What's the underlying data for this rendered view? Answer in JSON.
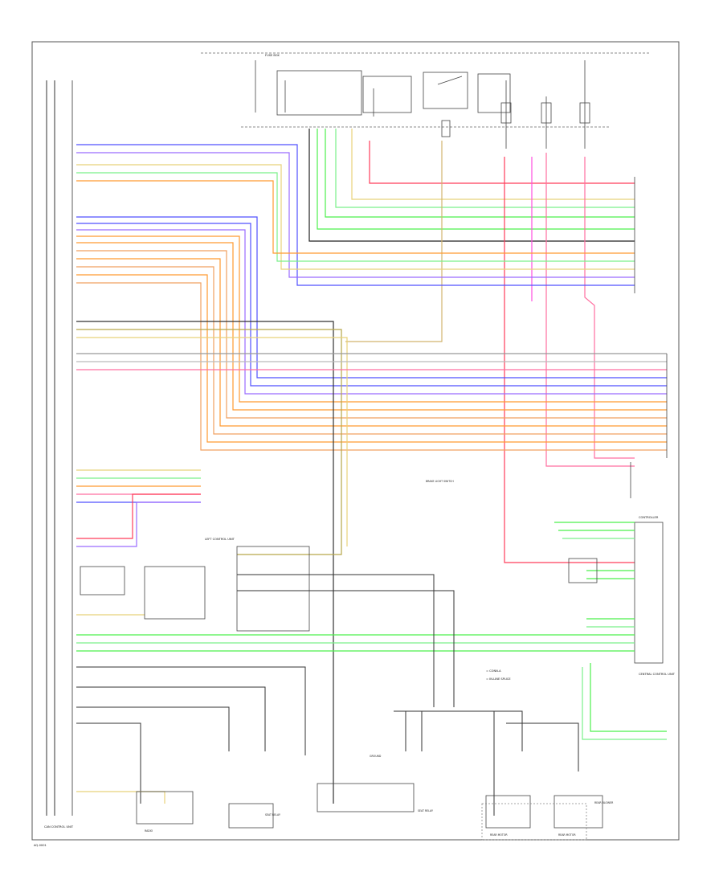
{
  "legend": {
    "item1": "= CONN-A",
    "item2": "= IN-LINE SPLICE"
  },
  "footer": {
    "code": "AQ-0001"
  },
  "components": {
    "central_unit": "CAN CONTROL UNIT",
    "left_unit": "LEFT CONTROL UNIT",
    "controller": "CONTROLLER",
    "right_unit": "CENTRAL CONTROL UNIT",
    "bottom_right": "REAR BLOWER",
    "center_switch": "BRAKE LIGHT SWITCH",
    "audio": "RADIO",
    "seat_left": "SEAT RELAY",
    "seat_right": "SEAT RELAY",
    "rear_motor_left": "REAR MOTOR",
    "rear_motor_right": "REAR MOTOR",
    "ground_label": "GROUND",
    "fuse_top": "FUSE BOX"
  },
  "colors": {
    "red": "#ff3d5a",
    "pink": "#ff6fa0",
    "yellow": "#e8d27a",
    "green": "#4cf04c",
    "lightgreen": "#7af08a",
    "blue": "#5050ff",
    "violet": "#9a6cff",
    "orange": "#ff9a30",
    "orange2": "#f0a060",
    "tan": "#d2b46e",
    "gray": "#999999",
    "black": "#222222",
    "olive": "#b6a64a",
    "magenta": "#ff4fe0"
  }
}
